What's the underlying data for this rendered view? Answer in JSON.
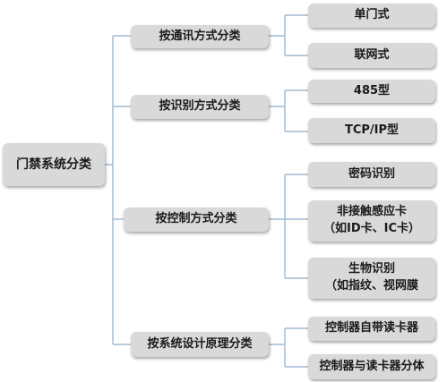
{
  "diagram": {
    "root": {
      "label": "门禁系统分类"
    },
    "categories": [
      {
        "label": "按通讯方式分类",
        "children": [
          {
            "lines": [
              "单门式"
            ]
          },
          {
            "lines": [
              "联网式"
            ]
          }
        ]
      },
      {
        "label": "按识别方式分类",
        "children": [
          {
            "lines": [
              "485型"
            ]
          },
          {
            "lines": [
              "TCP/IP型"
            ]
          }
        ]
      },
      {
        "label": "按控制方式分类",
        "children": [
          {
            "lines": [
              "密码识别"
            ]
          },
          {
            "lines": [
              "非接触感应卡",
              "（如ID卡、IC卡）"
            ]
          },
          {
            "lines": [
              "生物识别",
              "（如指纹、视网膜"
            ]
          }
        ]
      },
      {
        "label": "按系统设计原理分类",
        "children": [
          {
            "lines": [
              "控制器自带读卡器"
            ]
          },
          {
            "lines": [
              "控制器与读卡器分体"
            ]
          }
        ]
      }
    ]
  }
}
